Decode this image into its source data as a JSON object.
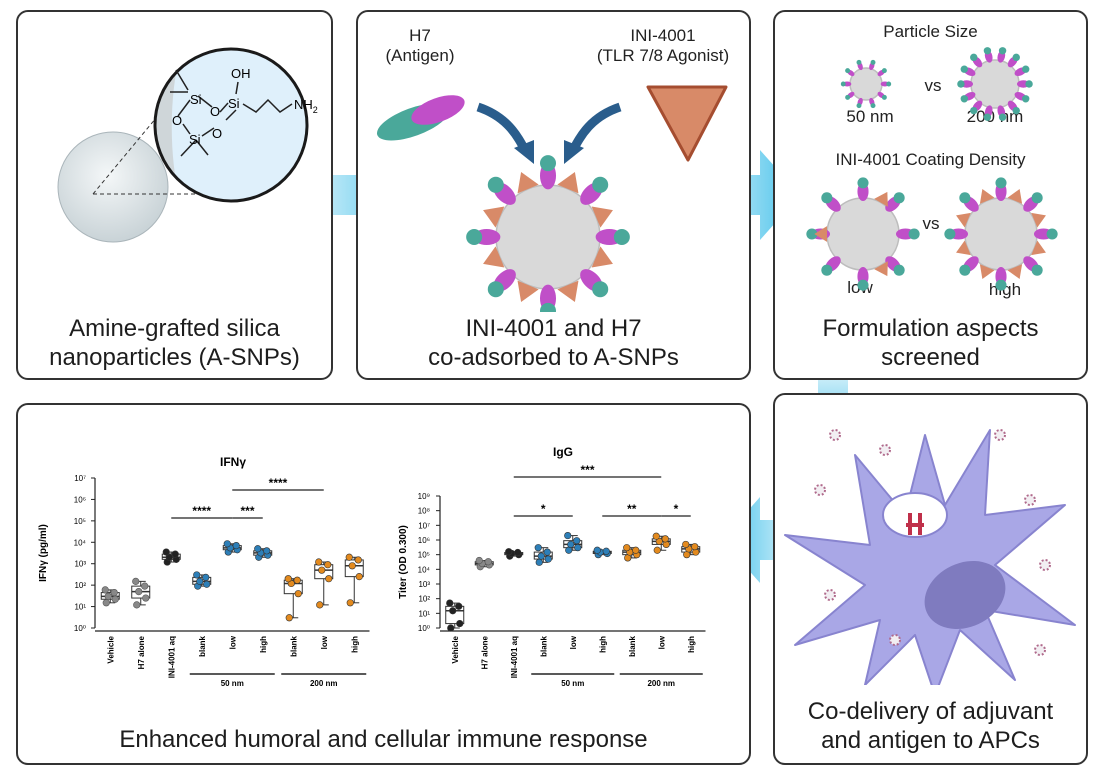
{
  "panels": {
    "p1": {
      "caption_line1": "Amine-grafted silica",
      "caption_line2": "nanoparticles (A-SNPs)"
    },
    "p2": {
      "antigen_line1": "H7",
      "antigen_line2": "(Antigen)",
      "agonist_line1": "INI-4001",
      "agonist_line2": "(TLR 7/8 Agonist)",
      "caption_line1": "INI-4001 and H7",
      "caption_line2": "co-adsorbed to A-SNPs"
    },
    "p3": {
      "size_title": "Particle Size",
      "vs": "vs",
      "size_small": "50 nm",
      "size_large": "200 nm",
      "density_title": "INI-4001 Coating Density",
      "density_low": "low",
      "density_high": "high",
      "caption_line1": "Formulation aspects",
      "caption_line2": "screened"
    },
    "p4": {
      "caption": "Enhanced humoral and cellular immune response"
    },
    "p5": {
      "caption_line1": "Co-delivery of adjuvant",
      "caption_line2": "and antigen to APCs"
    }
  },
  "molecule": {
    "oh": "OH",
    "nh2": "NH",
    "nh2_sub": "2",
    "si": "Si",
    "o": "O"
  },
  "chart_data": [
    {
      "type": "box",
      "title": "IFNγ",
      "ylabel": "IFNγ (pg/ml)",
      "yscale": "log",
      "ylim": [
        1,
        10000000
      ],
      "yticks": [
        "10⁰",
        "10¹",
        "10²",
        "10³",
        "10⁴",
        "10⁵",
        "10⁶",
        "10⁷"
      ],
      "categories": [
        "Vehicle",
        "H7 alone",
        "INI-4001 aq",
        "blank",
        "low",
        "high",
        "blank",
        "low",
        "high"
      ],
      "groups": [
        {
          "label": "50 nm",
          "from": 3,
          "to": 5
        },
        {
          "label": "200 nm",
          "from": 6,
          "to": 8
        }
      ],
      "colors": [
        "#888888",
        "#888888",
        "#222222",
        "#2d7fb8",
        "#2d7fb8",
        "#2d7fb8",
        "#e38a1e",
        "#e38a1e",
        "#e38a1e"
      ],
      "boxes": [
        {
          "min": 15,
          "q1": 22,
          "median": 30,
          "q3": 45,
          "max": 60
        },
        {
          "min": 12,
          "q1": 25,
          "median": 50,
          "q3": 90,
          "max": 150
        },
        {
          "min": 1200,
          "q1": 1600,
          "median": 2000,
          "q3": 2800,
          "max": 3500
        },
        {
          "min": 90,
          "q1": 110,
          "median": 150,
          "q3": 230,
          "max": 300
        },
        {
          "min": 3500,
          "q1": 4500,
          "median": 5500,
          "q3": 7000,
          "max": 8500
        },
        {
          "min": 2000,
          "q1": 2500,
          "median": 3200,
          "q3": 4000,
          "max": 5000
        },
        {
          "min": 3,
          "q1": 40,
          "median": 120,
          "q3": 170,
          "max": 200
        },
        {
          "min": 12,
          "q1": 200,
          "median": 500,
          "q3": 900,
          "max": 1200
        },
        {
          "min": 15,
          "q1": 250,
          "median": 800,
          "q3": 1500,
          "max": 2000
        }
      ],
      "significance": [
        {
          "from": 2,
          "to": 4,
          "label": "****"
        },
        {
          "from": 4,
          "to": 5,
          "label": "***"
        },
        {
          "from": 4,
          "to": 7,
          "label": "****"
        }
      ]
    },
    {
      "type": "box",
      "title": "IgG",
      "ylabel": "Titer (OD 0.300)",
      "yscale": "log",
      "ylim": [
        1,
        1000000000
      ],
      "yticks": [
        "10⁰",
        "10¹",
        "10²",
        "10³",
        "10⁴",
        "10⁵",
        "10⁶",
        "10⁷",
        "10⁸",
        "10⁹"
      ],
      "categories": [
        "Vehicle",
        "H7 alone",
        "INI-4001 aq",
        "blank",
        "low",
        "high",
        "blank",
        "low",
        "high"
      ],
      "groups": [
        {
          "label": "50 nm",
          "from": 3,
          "to": 5
        },
        {
          "label": "200 nm",
          "from": 6,
          "to": 8
        }
      ],
      "colors": [
        "#222222",
        "#888888",
        "#222222",
        "#2d7fb8",
        "#2d7fb8",
        "#2d7fb8",
        "#e38a1e",
        "#e38a1e",
        "#e38a1e"
      ],
      "boxes": [
        {
          "min": 1,
          "q1": 2,
          "median": 15,
          "q3": 30,
          "max": 50
        },
        {
          "min": 15000,
          "q1": 20000,
          "median": 25000,
          "q3": 33000,
          "max": 40000
        },
        {
          "min": 80000,
          "q1": 100000,
          "median": 120000,
          "q3": 140000,
          "max": 160000
        },
        {
          "min": 30000,
          "q1": 50000,
          "median": 80000,
          "q3": 150000,
          "max": 300000
        },
        {
          "min": 200000,
          "q1": 300000,
          "median": 500000,
          "q3": 900000,
          "max": 2000000
        },
        {
          "min": 100000,
          "q1": 120000,
          "median": 150000,
          "q3": 170000,
          "max": 200000
        },
        {
          "min": 60000,
          "q1": 100000,
          "median": 150000,
          "q3": 200000,
          "max": 300000
        },
        {
          "min": 200000,
          "q1": 500000,
          "median": 800000,
          "q3": 1200000,
          "max": 1800000
        },
        {
          "min": 100000,
          "q1": 150000,
          "median": 250000,
          "q3": 350000,
          "max": 500000
        }
      ],
      "significance": [
        {
          "from": 2,
          "to": 4,
          "label": "*"
        },
        {
          "from": 5,
          "to": 7,
          "label": "**"
        },
        {
          "from": 7,
          "to": 8,
          "label": "*"
        },
        {
          "from": 2,
          "to": 7,
          "label": "***"
        }
      ]
    }
  ]
}
